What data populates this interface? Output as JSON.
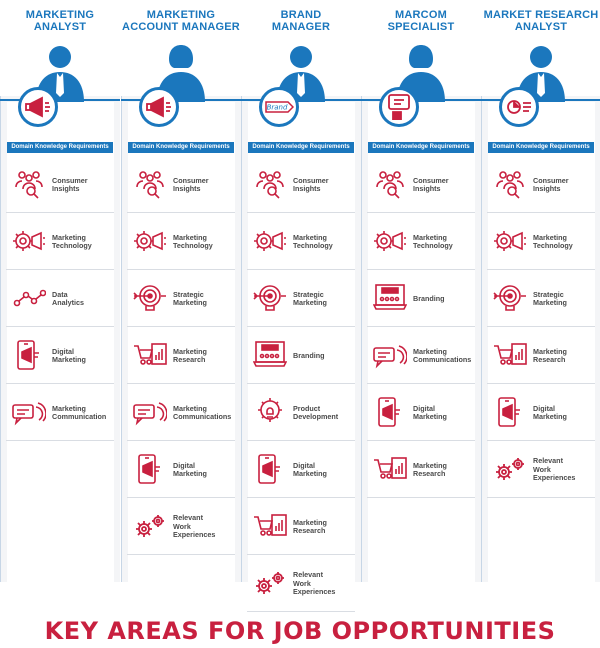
{
  "header": {
    "domain_label": "Domain Knowledge Requirements"
  },
  "columns": [
    {
      "title": "MARKETING\nANALYST",
      "badge": "megaphone-search-icon",
      "items": [
        {
          "label": "Consumer\nInsights",
          "icon": "consumer-insights-icon"
        },
        {
          "label": "Marketing\nTechnology",
          "icon": "marketing-technology-icon"
        },
        {
          "label": "Data\nAnalytics",
          "icon": "data-analytics-icon"
        },
        {
          "label": "Digital\nMarketing",
          "icon": "digital-marketing-icon"
        },
        {
          "label": "Marketing\nCommunication",
          "icon": "marketing-communications-icon"
        }
      ]
    },
    {
      "title": "MARKETING\nACCOUNT MANAGER",
      "badge": "megaphone-search-icon",
      "items": [
        {
          "label": "Consumer\nInsights",
          "icon": "consumer-insights-icon"
        },
        {
          "label": "Marketing\nTechnology",
          "icon": "marketing-technology-icon"
        },
        {
          "label": "Strategic\nMarketing",
          "icon": "strategic-marketing-icon"
        },
        {
          "label": "Marketing\nResearch",
          "icon": "marketing-research-icon"
        },
        {
          "label": "Marketing\nCommunications",
          "icon": "marketing-communications-icon"
        },
        {
          "label": "Digital\nMarketing",
          "icon": "digital-marketing-icon"
        },
        {
          "label": "Relevant\nWork\nExperiences",
          "icon": "gears-icon"
        }
      ]
    },
    {
      "title": "BRAND\nMANAGER",
      "badge": "brand-tag-icon",
      "badge_text": "Brand",
      "items": [
        {
          "label": "Consumer\nInsights",
          "icon": "consumer-insights-icon"
        },
        {
          "label": "Marketing\nTechnology",
          "icon": "marketing-technology-icon"
        },
        {
          "label": "Strategic\nMarketing",
          "icon": "strategic-marketing-icon"
        },
        {
          "label": "Branding",
          "icon": "branding-icon"
        },
        {
          "label": "Product\nDevelopment",
          "icon": "product-development-icon"
        },
        {
          "label": "Digital\nMarketing",
          "icon": "digital-marketing-icon"
        },
        {
          "label": "Marketing\nResearch",
          "icon": "marketing-research-icon"
        },
        {
          "label": "Relevant\nWork\nExperiences",
          "icon": "gears-icon"
        }
      ]
    },
    {
      "title": "MARCOM\nSPECIALIST",
      "badge": "chat-hand-icon",
      "items": [
        {
          "label": "Consumer\nInsights",
          "icon": "consumer-insights-icon"
        },
        {
          "label": "Marketing\nTechnology",
          "icon": "marketing-technology-icon"
        },
        {
          "label": "Branding",
          "icon": "branding-icon"
        },
        {
          "label": "Marketing\nCommunications",
          "icon": "marketing-communications-icon"
        },
        {
          "label": "Digital\nMarketing",
          "icon": "digital-marketing-icon"
        },
        {
          "label": "Marketing\nResearch",
          "icon": "marketing-research-icon"
        }
      ]
    },
    {
      "title": "MARKET RESEARCH\nANALYST",
      "badge": "pie-report-icon",
      "items": [
        {
          "label": "Consumer\nInsights",
          "icon": "consumer-insights-icon"
        },
        {
          "label": "Marketing\nTechnology",
          "icon": "marketing-technology-icon"
        },
        {
          "label": "Strategic\nMarketing",
          "icon": "strategic-marketing-icon"
        },
        {
          "label": "Marketing\nResearch",
          "icon": "marketing-research-icon"
        },
        {
          "label": "Digital\nMarketing",
          "icon": "digital-marketing-icon"
        },
        {
          "label": "Relevant\nWork\nExperiences",
          "icon": "gears-icon"
        }
      ]
    }
  ],
  "footer": {
    "title": "KEY AREAS FOR JOB OPPORTUNITIES"
  },
  "colors": {
    "blue": "#1b77bd",
    "red": "#c8203f",
    "text": "#4a4a4a"
  }
}
